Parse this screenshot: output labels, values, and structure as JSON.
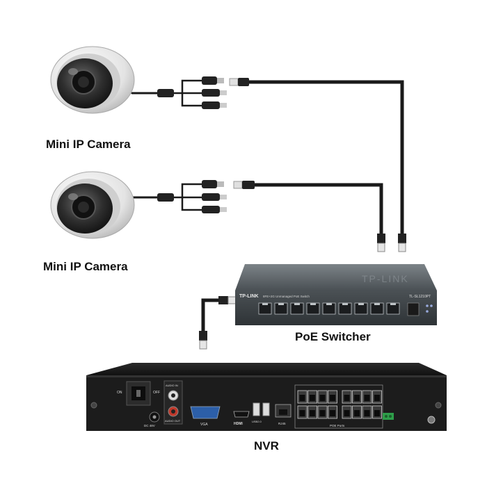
{
  "diagram": {
    "cameras": [
      {
        "label": "Mini IP Camera"
      },
      {
        "label": "Mini IP Camera"
      }
    ],
    "switch": {
      "label": "PoE Switcher",
      "brand": "TP-LINK",
      "model": "TL-SL1210PT",
      "description": "8FE+2G Unmanaged PoE Switch"
    },
    "nvr": {
      "label": "NVR",
      "switch_on": "ON",
      "switch_off": "OFF",
      "audio_in": "AUDIO IN",
      "audio_out": "AUDIO OUT",
      "dc": "DC 48V",
      "vga": "VGA",
      "hdmi": "HDMI",
      "usb": "USB2.0",
      "rj45": "RJ45",
      "poe_ports": "POE Ports"
    }
  },
  "colors": {
    "camera_body": "#e6e6e6",
    "camera_dome": "#3a3a3a",
    "cable": "#1a1a1a",
    "switch_body": "#3d4347",
    "nvr_body": "#1c1c1c"
  }
}
